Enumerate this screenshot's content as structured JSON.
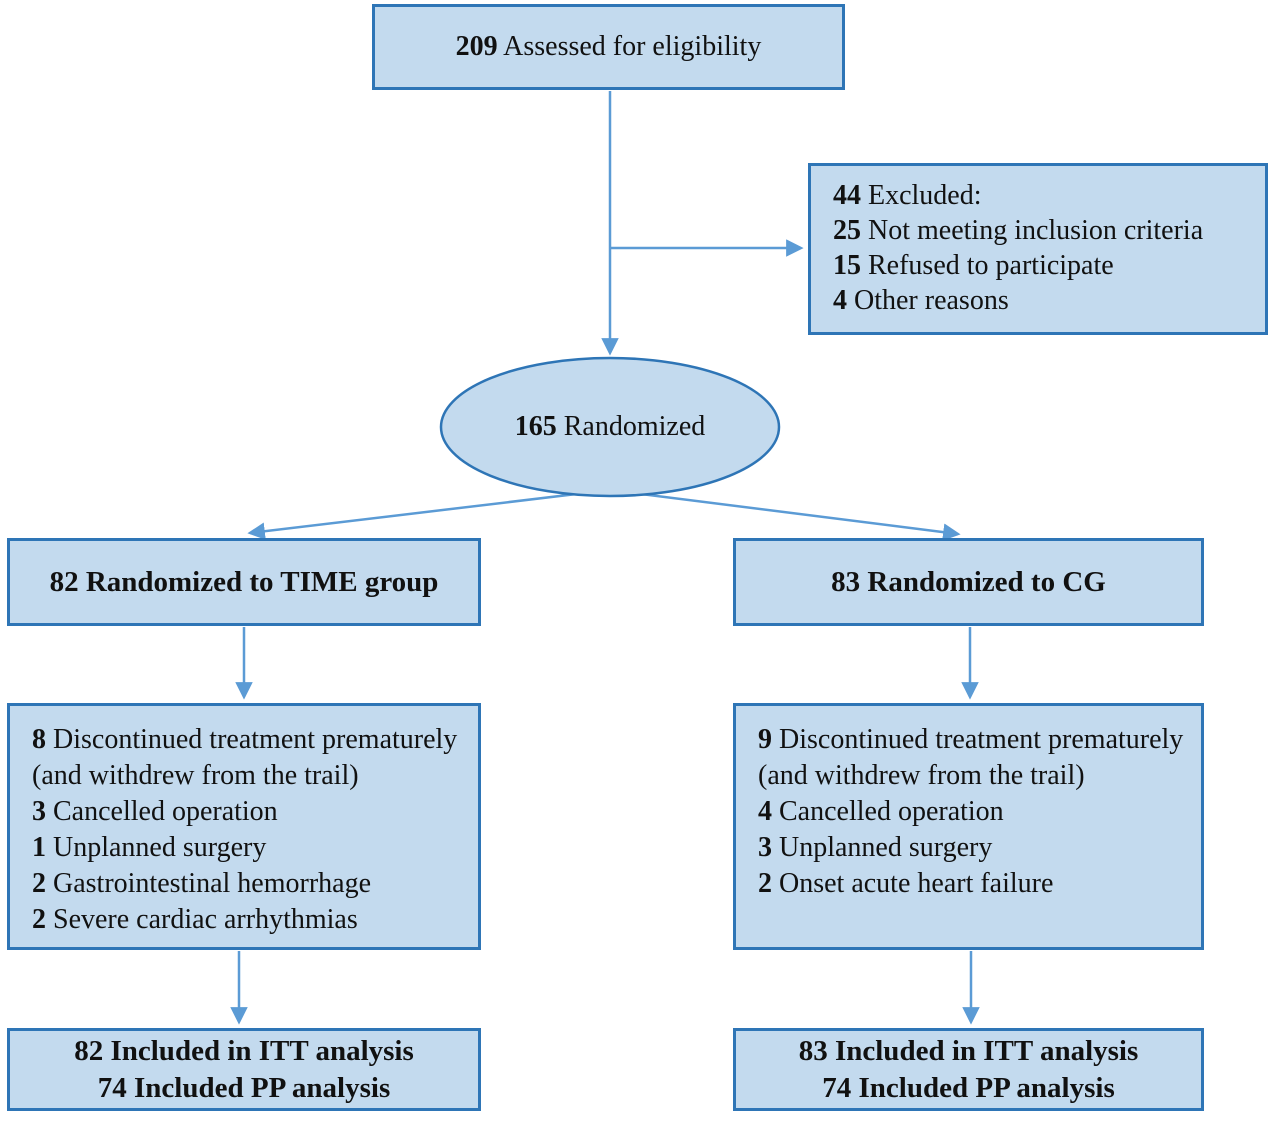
{
  "colors": {
    "box_fill": "#c3daee",
    "box_border": "#2e75b6",
    "connector": "#5b9bd5"
  },
  "boxes": {
    "assessed": {
      "number": "209",
      "label": "Assessed for eligibility"
    },
    "excluded": {
      "number": "44",
      "label": "Excluded:",
      "items": [
        {
          "number": "25",
          "label": "Not meeting inclusion criteria"
        },
        {
          "number": "15",
          "label": "Refused to participate"
        },
        {
          "number": "4",
          "label": "Other reasons"
        }
      ]
    },
    "randomized": {
      "number": "165",
      "label": "Randomized"
    },
    "time_group": {
      "label": "82 Randomized to TIME group"
    },
    "cg_group": {
      "label": "83 Randomized to CG"
    },
    "time_discontinued": {
      "number": "8",
      "label": "Discontinued treatment prematurely",
      "subtitle": "(and withdrew from the trail)",
      "items": [
        {
          "number": "3",
          "label": "Cancelled operation"
        },
        {
          "number": "1",
          "label": "Unplanned surgery"
        },
        {
          "number": "2",
          "label": "Gastrointestinal hemorrhage"
        },
        {
          "number": "2",
          "label": "Severe cardiac arrhythmias"
        }
      ]
    },
    "cg_discontinued": {
      "number": "9",
      "label": "Discontinued treatment prematurely",
      "subtitle": "(and withdrew from the trail)",
      "items": [
        {
          "number": "4",
          "label": "Cancelled operation"
        },
        {
          "number": "3",
          "label": "Unplanned surgery"
        },
        {
          "number": "2",
          "label": "Onset acute heart failure"
        }
      ]
    },
    "time_analysis": {
      "line1": "82 Included in ITT analysis",
      "line2": "74 Included PP analysis"
    },
    "cg_analysis": {
      "line1": "83 Included in ITT analysis",
      "line2": "74 Included PP analysis"
    }
  }
}
